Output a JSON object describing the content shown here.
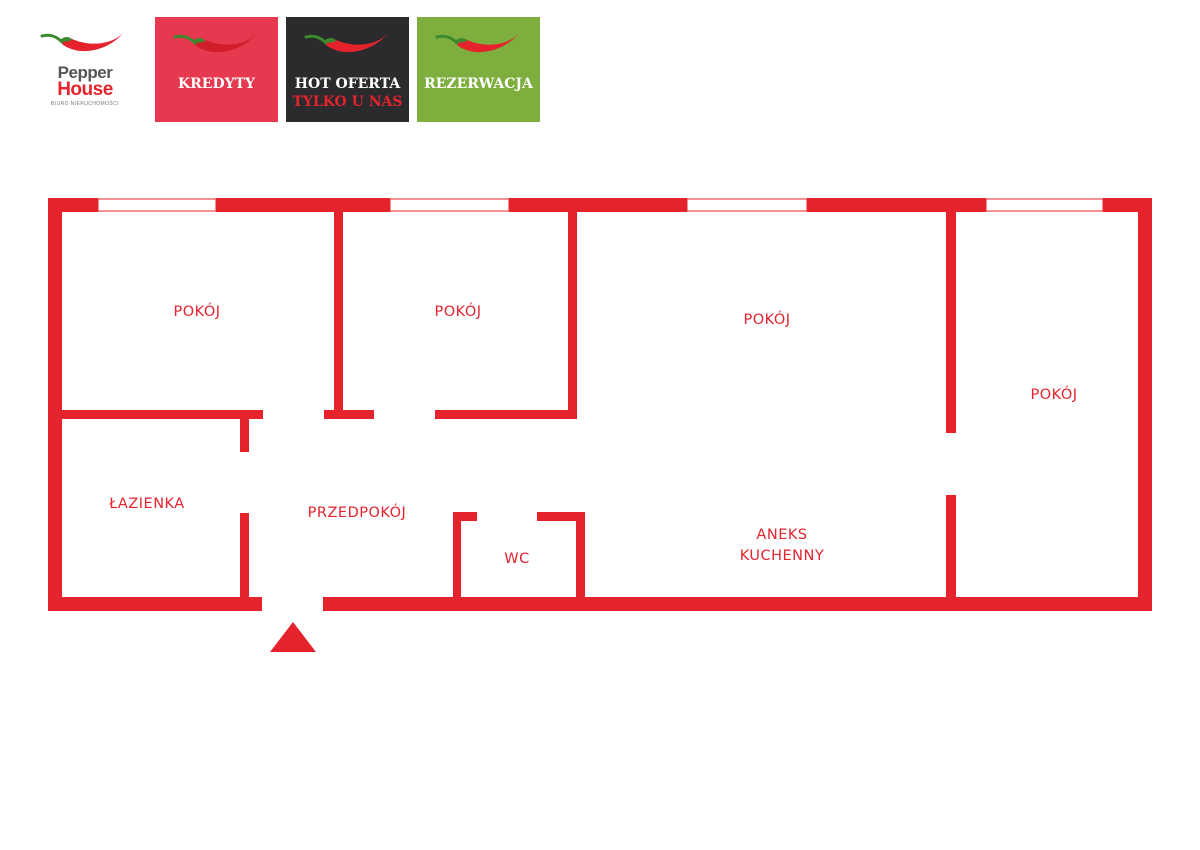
{
  "header": {
    "brand": {
      "name_line1": "Pepper",
      "name_line2": "House",
      "tagline": "BIURO NIERUCHOMOŚCI",
      "icon": "chili-pepper-icon"
    },
    "tiles": [
      {
        "line1": "KREDYTY",
        "color": "#e63950"
      },
      {
        "line1": "HOT OFERTA",
        "line2": "TYLKO U NAS",
        "color": "#2b2b2d"
      },
      {
        "line1": "REZERWACJA",
        "color": "#7eae3e"
      }
    ]
  },
  "floorplan": {
    "wall_color": "#e4232d",
    "rooms": {
      "room1": "POKÓJ",
      "room2": "POKÓJ",
      "room3": "POKÓJ",
      "room4": "POKÓJ",
      "bathroom": "ŁAZIENKA",
      "hallway": "PRZEDPOKÓJ",
      "wc": "WC",
      "kitchen_line1": "ANEKS",
      "kitchen_line2": "KUCHENNY"
    },
    "entrance_icon": "entrance-arrow-icon"
  }
}
